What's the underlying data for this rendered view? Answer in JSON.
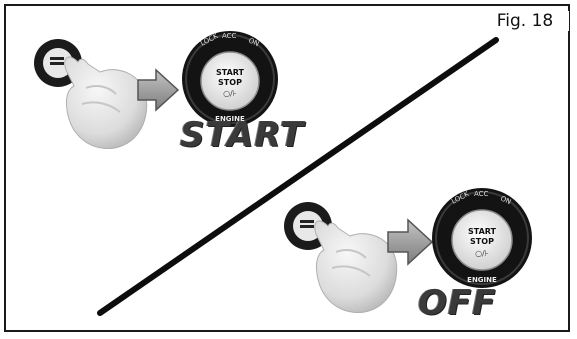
{
  "figure": {
    "label": "Fig. 18"
  },
  "panels": {
    "start": {
      "caption": "START",
      "switch": {
        "positions": [
          "LOCK",
          "ACC",
          "ON"
        ],
        "line1": "START",
        "line2": "STOP",
        "bottom": "ENGINE"
      }
    },
    "off": {
      "caption": "OFF",
      "switch": {
        "positions": [
          "LOCK",
          "ACC",
          "ON"
        ],
        "line1": "START",
        "line2": "STOP",
        "bottom": "ENGINE"
      }
    }
  },
  "colors": {
    "border": "#1a1a1a",
    "hand": "#e2e2e2",
    "arrow": "#9a9a9a",
    "button_ring": "#111111"
  },
  "icons": [
    "hand-pressing-icon",
    "right-arrow-icon",
    "start-stop-button-icon",
    "diagonal-divider-line"
  ]
}
